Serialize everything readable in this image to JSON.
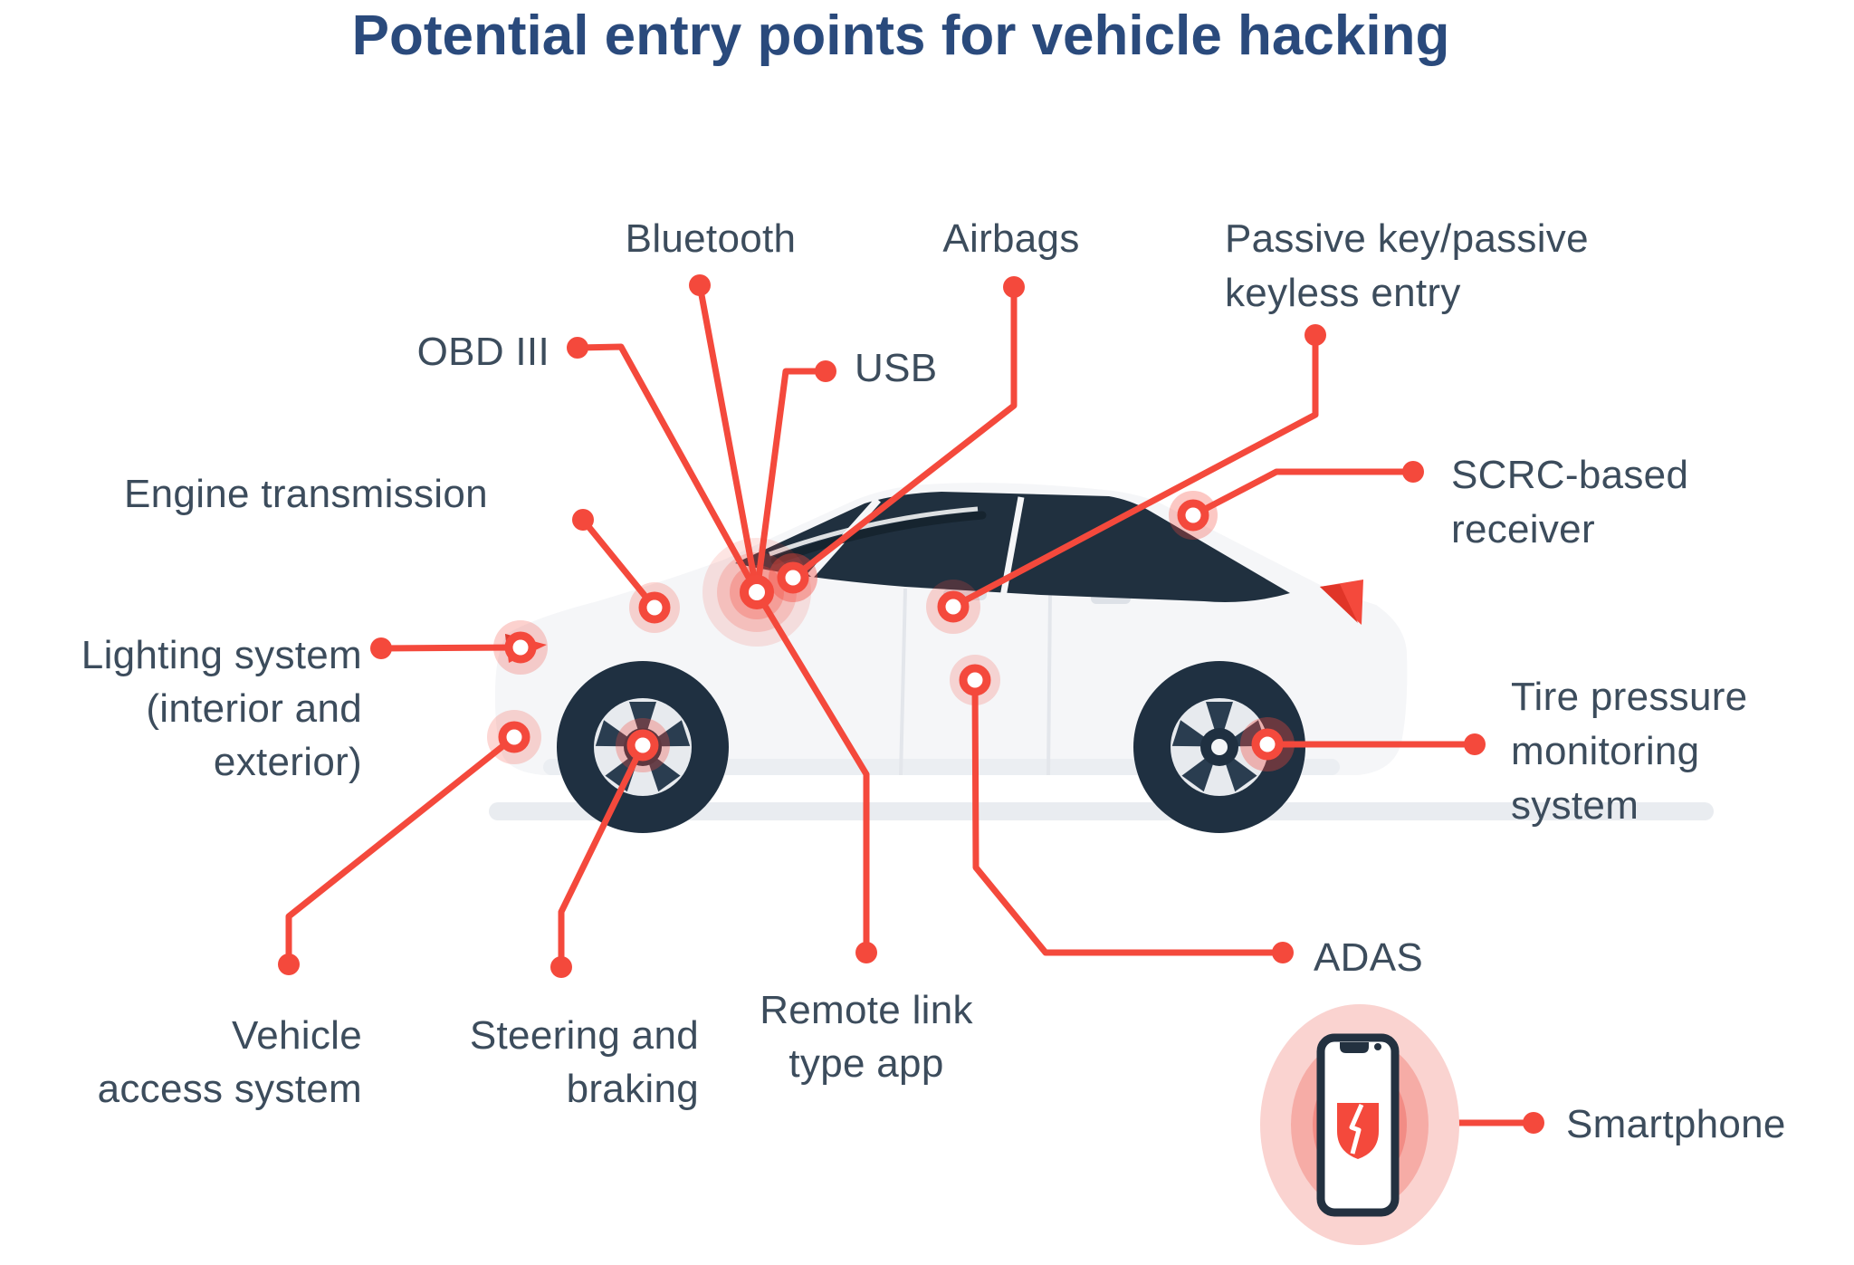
{
  "title": "Potential entry points for vehicle hacking",
  "colors": {
    "accent_red": "#F4493C",
    "title_navy": "#2A4A7C",
    "label_slate": "#3C4C5C",
    "car_window_navy": "#20303F",
    "car_body_white": "#F5F6F8"
  },
  "labels": {
    "bluetooth": {
      "lines": [
        "Bluetooth"
      ]
    },
    "airbags": {
      "lines": [
        "Airbags"
      ]
    },
    "passive_key": {
      "lines": [
        "Passive key/passive",
        "keyless entry"
      ]
    },
    "obd": {
      "lines": [
        "OBD III"
      ]
    },
    "usb": {
      "lines": [
        "USB"
      ]
    },
    "engine_transmission": {
      "lines": [
        "Engine transmission"
      ]
    },
    "scrc_receiver": {
      "lines": [
        "SCRC-based",
        "receiver"
      ]
    },
    "lighting_system": {
      "lines": [
        "Lighting system",
        "(interior and",
        "exterior)"
      ]
    },
    "tire_pressure": {
      "lines": [
        "Tire pressure",
        "monitoring",
        "system"
      ]
    },
    "vehicle_access": {
      "lines": [
        "Vehicle",
        "access system"
      ]
    },
    "steering_braking": {
      "lines": [
        "Steering and",
        "braking"
      ]
    },
    "remote_link": {
      "lines": [
        "Remote link",
        "type app"
      ]
    },
    "adas": {
      "lines": [
        "ADAS"
      ]
    },
    "smartphone": {
      "lines": [
        "Smartphone"
      ]
    }
  }
}
